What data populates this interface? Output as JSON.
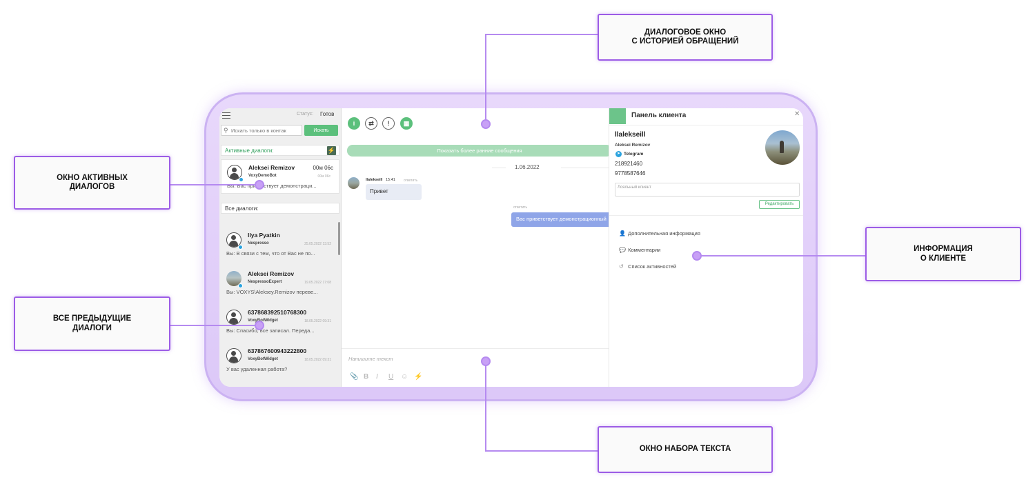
{
  "left_panel": {
    "status_label": "Статус:",
    "status_value": "Готов",
    "search_placeholder": "Искать только в контак",
    "search_button": "Искать",
    "active_header": "Активные диалоги:",
    "all_header": "Все диалоги:",
    "active_dialog": {
      "name": "Aleksei Remizov",
      "timer": "00м 06с",
      "source": "VoxyDemoBot",
      "source_time": "00м 06с",
      "message": "Вы: Вас приветствует демонстраци..."
    },
    "dialogs": [
      {
        "name": "Ilya Pyatkin",
        "source": "Nespresso",
        "time": "25.05.2022 13:52",
        "message": "Вы: В связи с тем, что от Вас не по..."
      },
      {
        "name": "Aleksei Remizov",
        "source": "NespressoExpert",
        "time": "19.05.2022 17:08",
        "message": "Вы: VOXYS\\Aleksey.Remizov переве..."
      },
      {
        "name": "637868392510768300",
        "source": "VoxyBotWidget",
        "time": "18.05.2022 09:31",
        "message": "Вы: Спасибо, все записал. Переда..."
      },
      {
        "name": "637867600943222800",
        "source": "VoxyBotWidget",
        "time": "18.05.2022 09:31",
        "message": "У вас удаленная работа?"
      }
    ]
  },
  "chat": {
    "toolbar_icons": [
      "info-icon",
      "transfer-icon",
      "alert-icon",
      "template-icon"
    ],
    "show_earlier": "Показать более ранние сообщения",
    "date": "1.06.2022",
    "incoming": {
      "sender": "llalekseill",
      "time": "15:41",
      "reply": "ответить",
      "text": "Привет"
    },
    "outgoing": {
      "reply": "ответить",
      "text": "Вас приветствует демонстрационный"
    },
    "compose_placeholder": "Напишите текст",
    "format_icons": [
      "attach-icon",
      "bold-icon",
      "italic-icon",
      "underline-icon",
      "emoji-icon",
      "bolt-icon"
    ]
  },
  "client_panel": {
    "title": "Панель клиента",
    "username": "llalekseill",
    "full_name": "Aleksei Remizov",
    "channel": "Telegram",
    "user_id": "218921460",
    "phone": "9778587646",
    "note_placeholder": "Лояльный клиент",
    "edit_button": "Редактировать",
    "items": [
      {
        "label": "Дополнительная информация",
        "icon": "person-icon"
      },
      {
        "label": "Комментарии",
        "icon": "comments-icon"
      },
      {
        "label": "Список активностей",
        "icon": "history-icon"
      }
    ]
  },
  "callouts": {
    "dialog_window": "ДИАЛОГОВОЕ ОКНО\nС ИСТОРИЕЙ ОБРАЩЕНИЙ",
    "active_dialogs": "ОКНО АКТИВНЫХ\nДИАЛОГОВ",
    "previous_dialogs": "ВСЕ ПРЕДЫДУЩИЕ\nДИАЛОГИ",
    "client_info": "ИНФОРМАЦИЯ\nО КЛИЕНТЕ",
    "text_input": "ОКНО НАБОРА ТЕКСТА"
  },
  "colors": {
    "accent_green": "#5cc07c",
    "callout_purple": "#9c5ce6",
    "outgoing_bubble": "#8fa5e8"
  }
}
